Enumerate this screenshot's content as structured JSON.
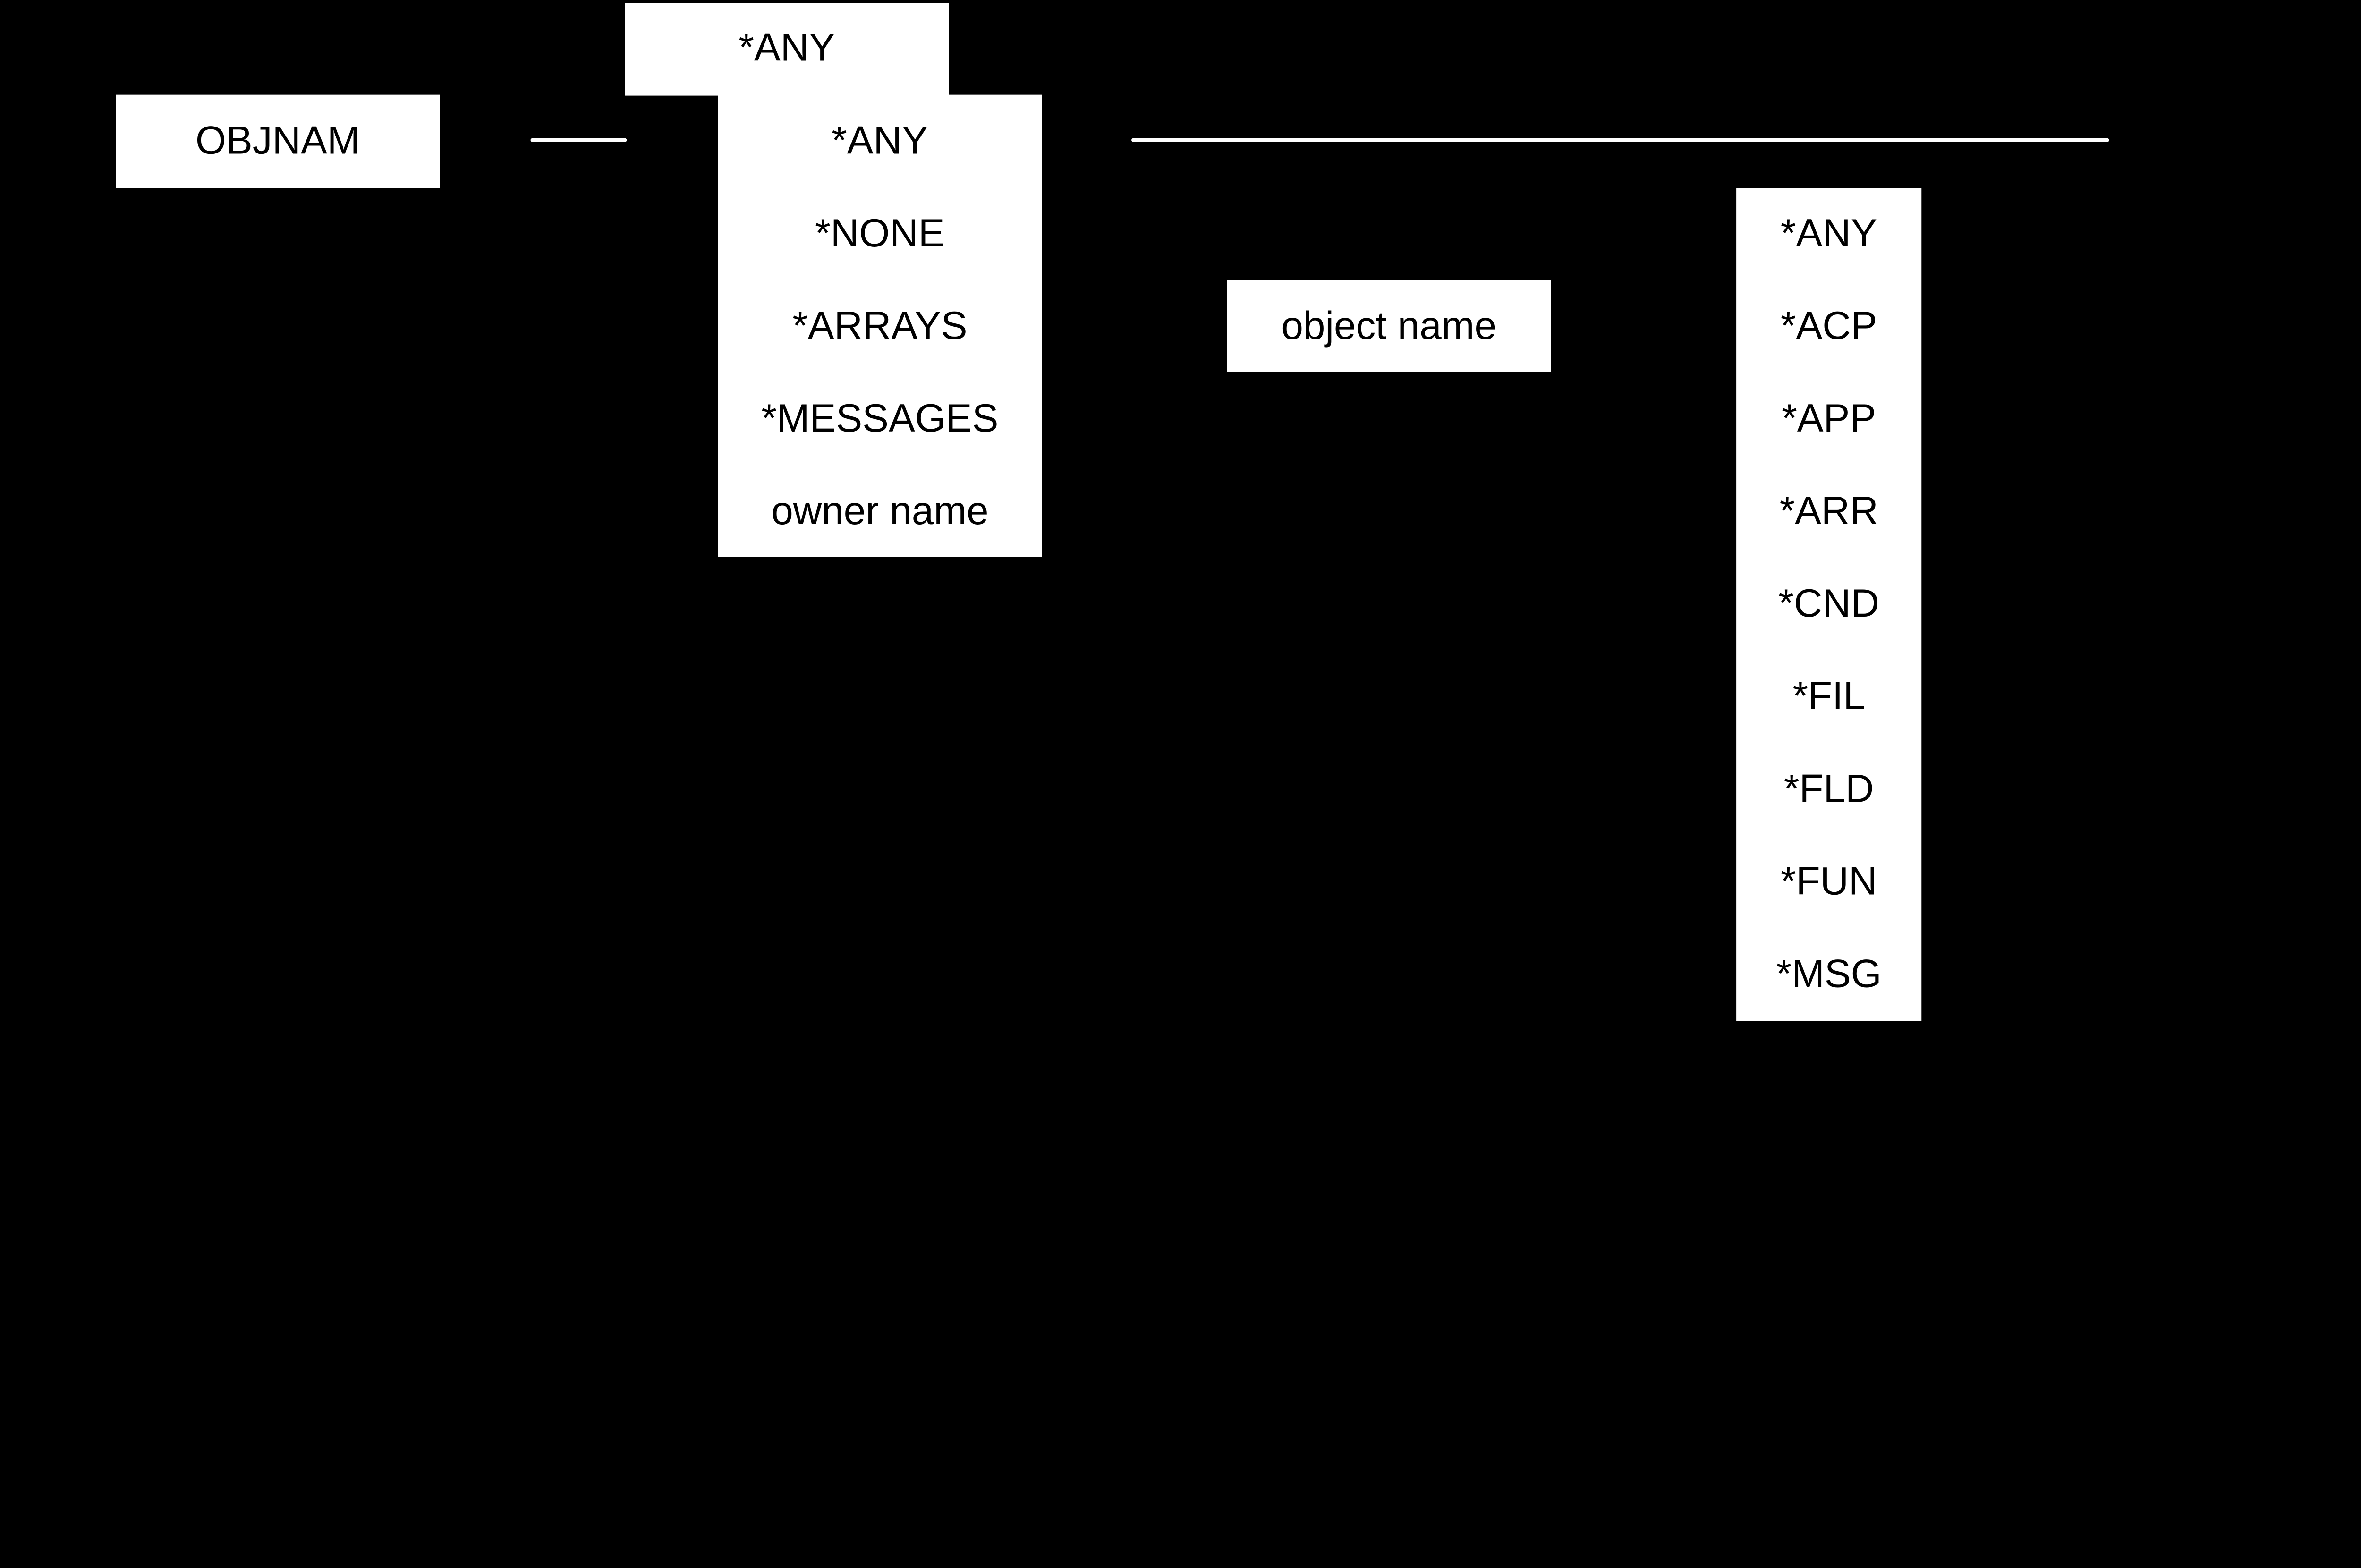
{
  "diagram": {
    "keyword": "OBJNAM",
    "top_option": "*ANY",
    "owner_options": [
      "*ANY",
      "*NONE",
      "*ARRAYS",
      "*MESSAGES",
      "owner name"
    ],
    "object_name": "object name",
    "type_options": [
      "*ANY",
      "*ACP",
      "*APP",
      "*ARR",
      "*CND",
      "*FIL",
      "*FLD",
      "*FUN",
      "*MSG"
    ]
  },
  "colors": {
    "background": "#000000",
    "box": "#ffffff",
    "text": "#000000",
    "line": "#ffffff"
  }
}
